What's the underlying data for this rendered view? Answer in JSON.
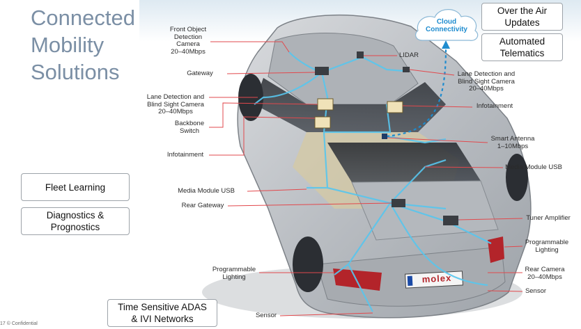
{
  "title_lines": [
    "Connected",
    "Mobility",
    "Solutions"
  ],
  "boxes": {
    "ota": [
      "Over the Air",
      "Updates"
    ],
    "telematics": [
      "Automated",
      "Telematics"
    ],
    "fleet": [
      "Fleet Learning"
    ],
    "diagnostics": [
      "Diagnostics &",
      "Prognostics"
    ],
    "tsn": [
      "Time Sensitive ADAS",
      "& IVI Networks"
    ]
  },
  "cloud": [
    "Cloud",
    "Connectivity"
  ],
  "plate": "molex",
  "labels": {
    "front_object": [
      "Front Object",
      "Detection",
      "Camera",
      "20–40Mbps"
    ],
    "gateway": [
      "Gateway"
    ],
    "lane_left": [
      "Lane Detection and",
      "Blind Sight Camera",
      "20–40Mbps"
    ],
    "backbone": [
      "Backbone",
      "Switch"
    ],
    "infotainment_left": [
      "Infotainment"
    ],
    "media_left": [
      "Media Module USB"
    ],
    "rear_gateway": [
      "Rear Gateway"
    ],
    "prog_left": [
      "Programmable",
      "Lighting"
    ],
    "sensor_left": [
      "Sensor"
    ],
    "lidar": [
      "LIDAR"
    ],
    "lane_right": [
      "Lane Detection and",
      "Blind Sight Camera",
      "20–40Mbps"
    ],
    "infotainment_right": [
      "Infotainment"
    ],
    "smart_antenna": [
      "Smart Antenna",
      "1–10Mbps"
    ],
    "media_right": [
      "Media Module USB"
    ],
    "tuner": [
      "Tuner Amplifier"
    ],
    "prog_right": [
      "Programmable",
      "Lighting"
    ],
    "rear_camera": [
      "Rear Camera",
      "20–40Mbps"
    ],
    "sensor_right": [
      "Sensor"
    ]
  },
  "footer": "17 © Confidential",
  "colors": {
    "title": "#7b8fa5",
    "leader": "#e2484c",
    "network": "#58c6ee",
    "cloud_text": "#1e8ccf",
    "car_body": "#c5c8cc",
    "glass": "#3a3e44"
  }
}
